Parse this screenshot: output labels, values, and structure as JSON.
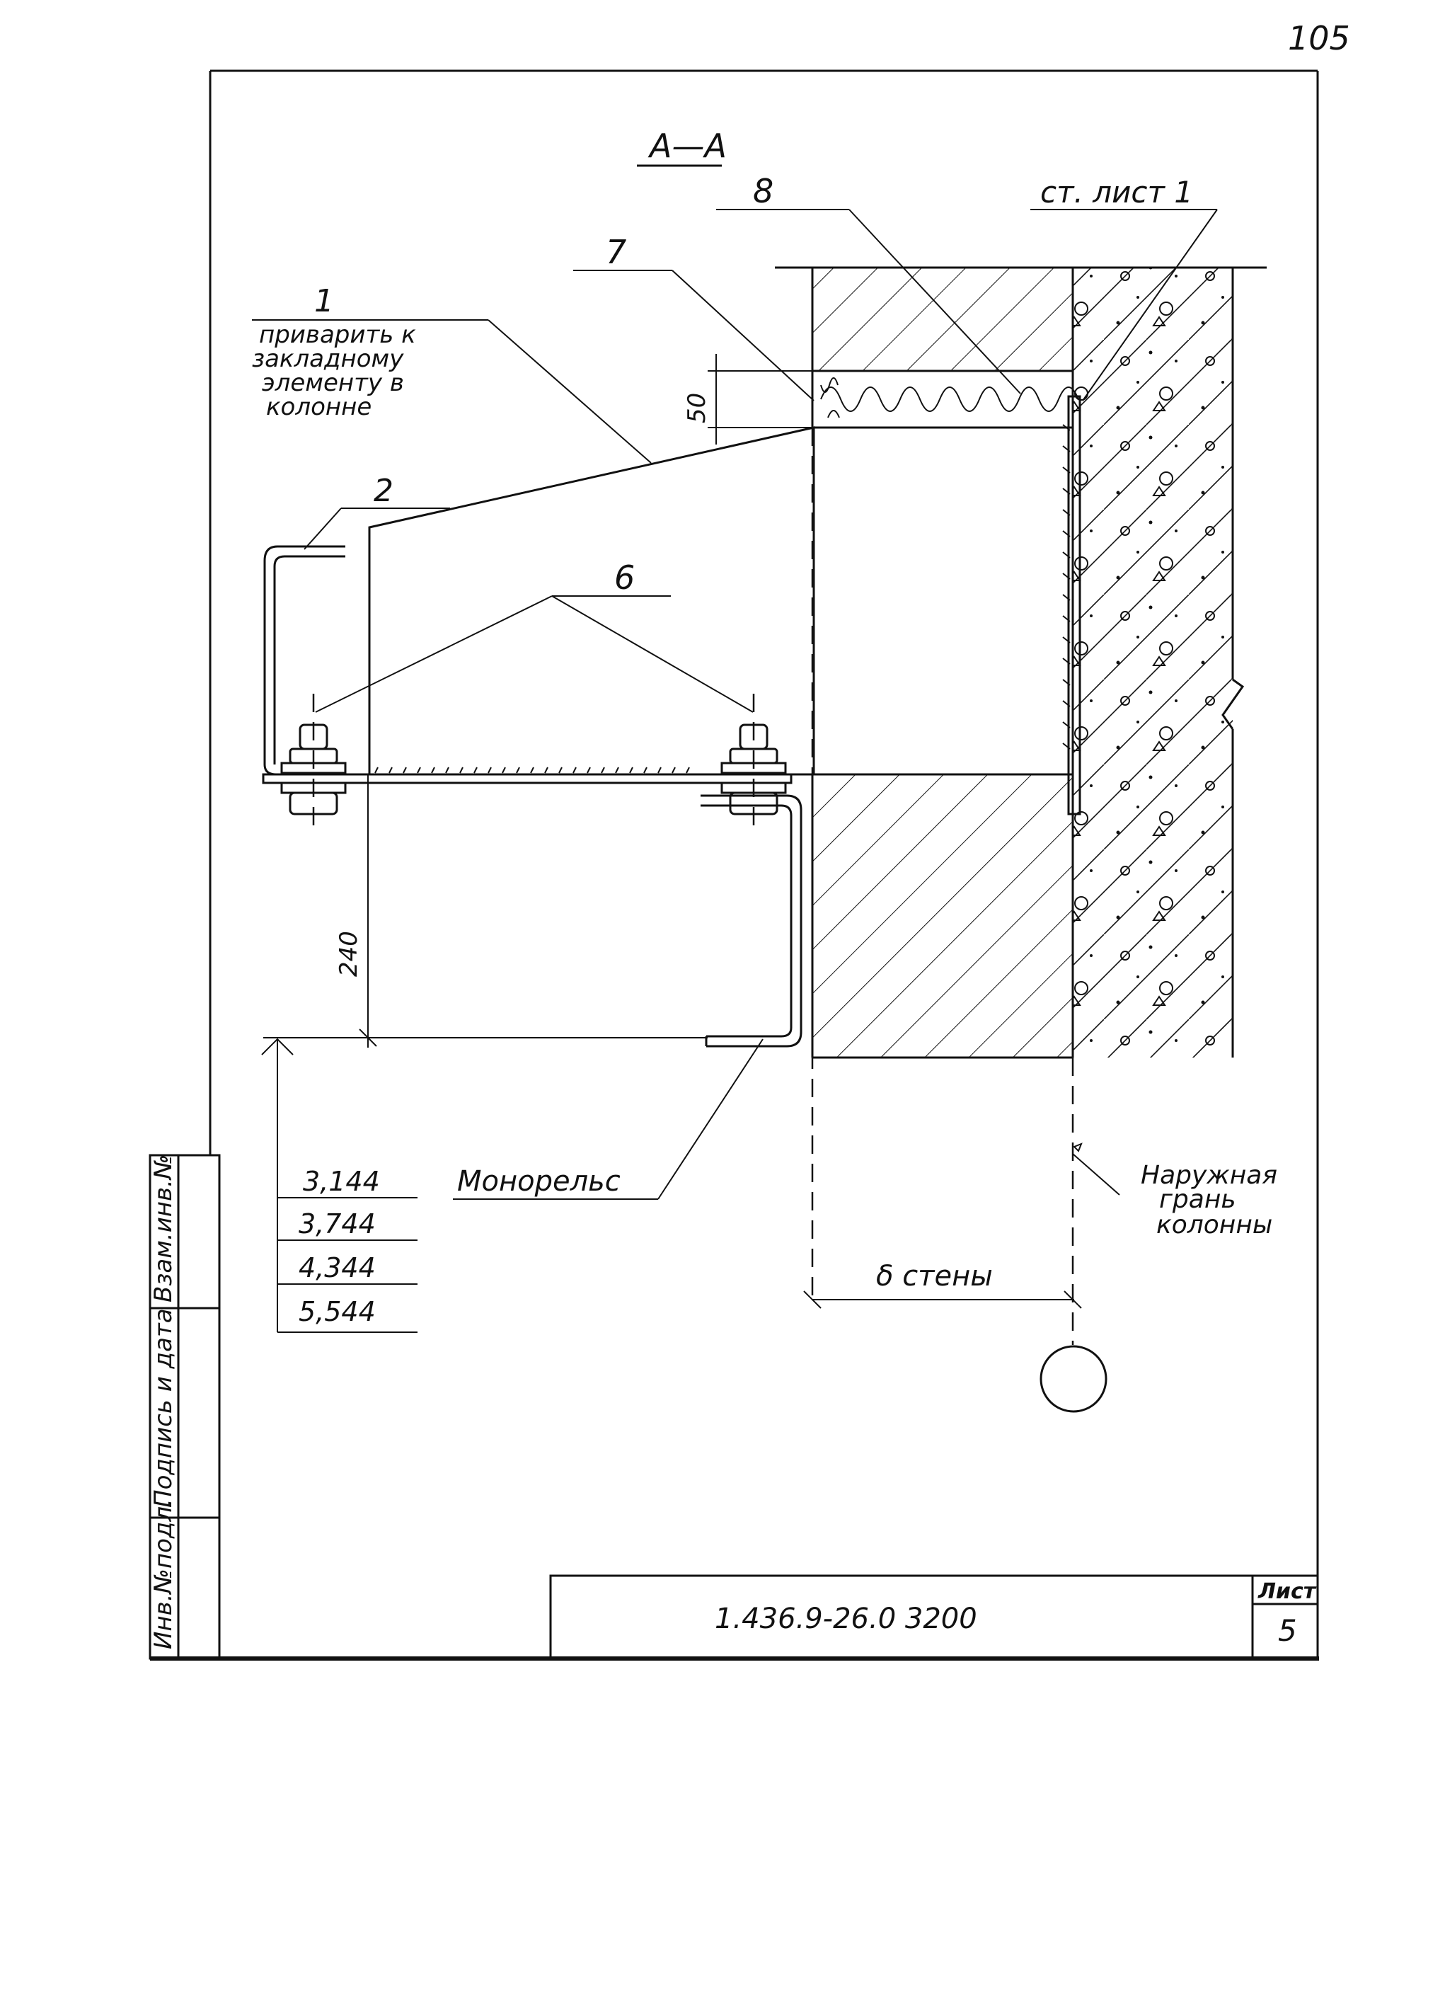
{
  "sheet_number_top": "105",
  "section_label": "А—А",
  "callouts": {
    "c1": "1",
    "c1_note": [
      "приварить к",
      "закладному",
      "элементу в",
      "колонне"
    ],
    "c2": "2",
    "c6": "6",
    "c7": "7",
    "c8": "8",
    "ref_sheet": "ст. лист 1",
    "monorail": "Монорельс",
    "outer_face": [
      "Наружная",
      "грань",
      "колонны"
    ]
  },
  "dimensions": {
    "d50": "50",
    "d240": "240",
    "wall_thickness": "δ стены"
  },
  "elevations": [
    "3,144",
    "3,744",
    "4,344",
    "5,544"
  ],
  "side_stamp": [
    "Инв.№подл.",
    "Подпись и дата",
    "Взам.инв.№"
  ],
  "title_block": {
    "code": "1.436.9-26.0 3200",
    "sheet_label": "Лист",
    "sheet_value": "5"
  }
}
